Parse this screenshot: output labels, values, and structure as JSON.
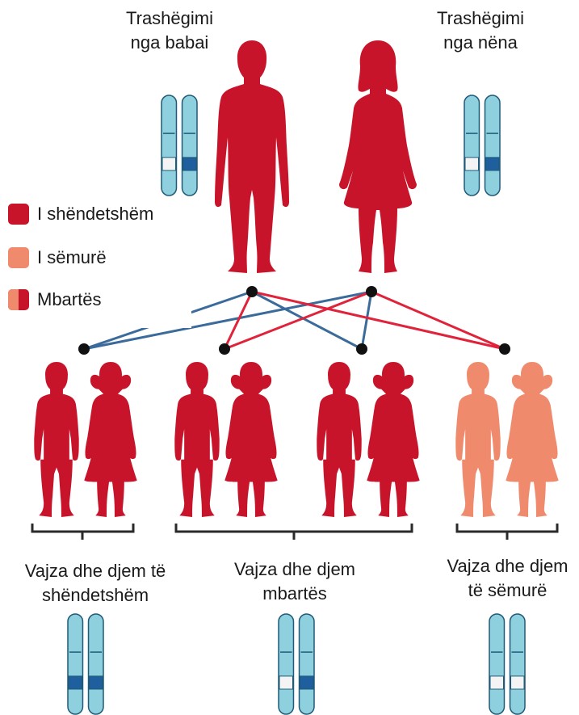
{
  "labels": {
    "father": [
      "Trashëgimi",
      "nga babai"
    ],
    "mother": [
      "Trashëgimi",
      "nga nëna"
    ],
    "group_healthy": [
      "Vajza dhe djem të",
      "shëndetshëm"
    ],
    "group_carrier": [
      "Vajza dhe djem",
      "mbartës"
    ],
    "group_sick": [
      "Vajza dhe djem",
      "të sëmurë"
    ]
  },
  "legend": [
    {
      "label": "I shëndetshëm",
      "status": "healthy"
    },
    {
      "label": "I sëmurë",
      "status": "sick"
    },
    {
      "label": "Mbartës",
      "status": "carrier"
    }
  ],
  "colors": {
    "healthy": "#c8142a",
    "sick": "#f08a6c",
    "chromosome_fill": "#8fd0de",
    "chromosome_outline": "#1f5a78",
    "gene_dominant": "#1f5f9e",
    "gene_recessive": "#f4f4f4",
    "line_father": "#3a6b9a",
    "line_mother": "#e0223a"
  },
  "icons": {
    "figure_adult_male": "man-figure-icon",
    "figure_adult_female": "woman-figure-icon",
    "figure_child_male": "boy-figure-icon",
    "figure_child_female": "girl-figure-icon",
    "chromosome": "chromosome-pair-icon"
  }
}
